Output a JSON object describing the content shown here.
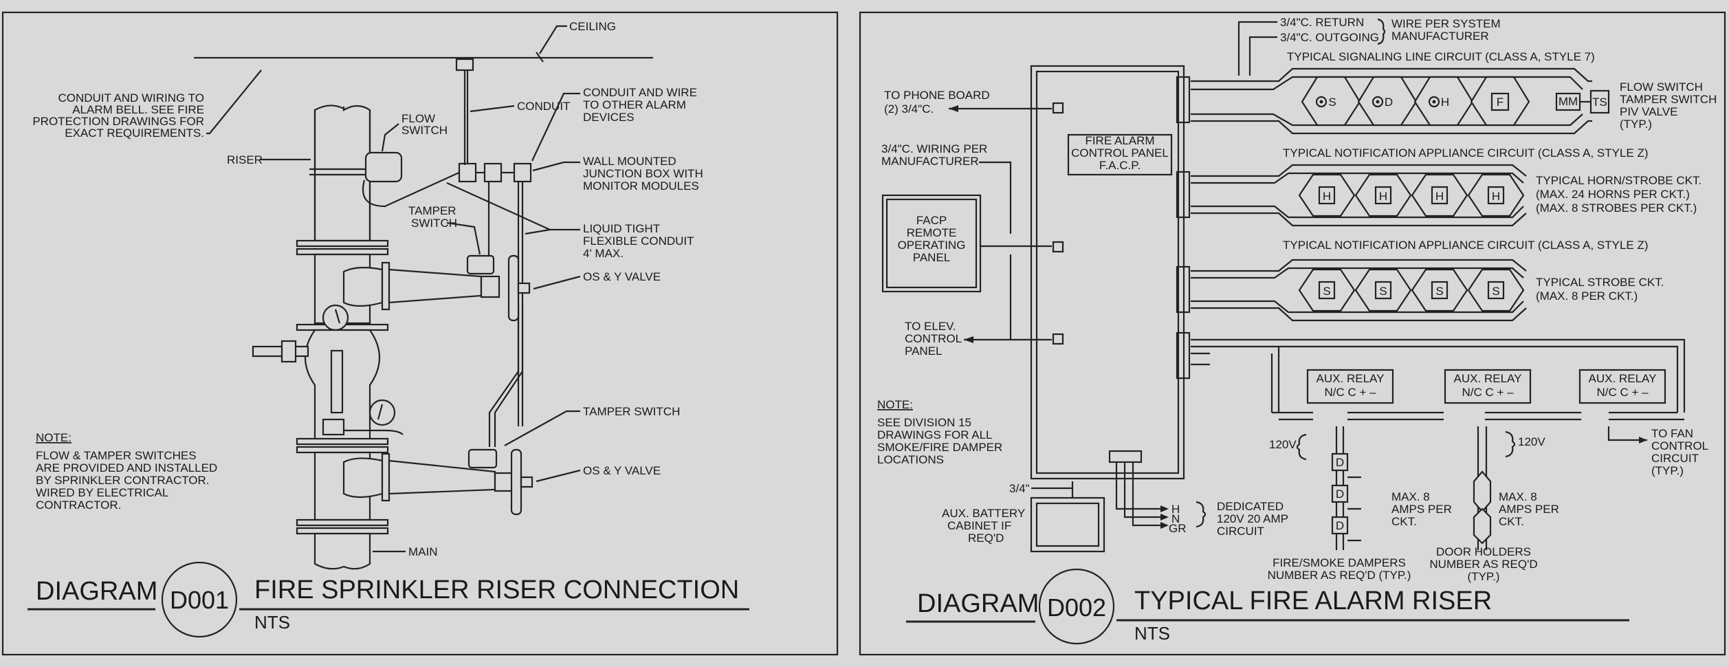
{
  "d001": {
    "ceiling": "CEILING",
    "conduit_bell": [
      "CONDUIT AND WIRING TO",
      "ALARM BELL. SEE FIRE",
      "PROTECTION DRAWINGS FOR",
      "EXACT REQUIREMENTS."
    ],
    "riser": "RISER",
    "flow_switch": [
      "FLOW",
      "SWITCH"
    ],
    "conduit": "CONDUIT",
    "conduit_other": [
      "CONDUIT AND WIRE",
      "TO OTHER ALARM",
      "DEVICES"
    ],
    "junction_box": [
      "WALL MOUNTED",
      "JUNCTION BOX WITH",
      "MONITOR MODULES"
    ],
    "tamper_switch_top": [
      "TAMPER",
      "SWITCH"
    ],
    "liquid_tight": [
      "LIQUID TIGHT",
      "FLEXIBLE CONDUIT",
      "4' MAX."
    ],
    "os_y_valve_top": "OS & Y VALVE",
    "tamper_switch_bottom": "TAMPER SWITCH",
    "os_y_valve_bottom": "OS & Y VALVE",
    "main": "MAIN",
    "note_title": "NOTE:",
    "note_lines": [
      "FLOW & TAMPER SWITCHES",
      "ARE PROVIDED AND INSTALLED",
      "BY SPRINKLER CONTRACTOR.",
      "WIRED BY ELECTRICAL",
      "CONTRACTOR."
    ],
    "title_word": "DIAGRAM",
    "title_code": "D001",
    "title_text": "FIRE SPRINKLER RISER CONNECTION",
    "scale": "NTS"
  },
  "d002": {
    "return": "3/4\"C. RETURN",
    "outgoing": "3/4\"C. OUTGOING",
    "wire_per": [
      "WIRE PER SYSTEM",
      "MANUFACTURER"
    ],
    "slc_title": "TYPICAL SIGNALING LINE CIRCUIT (CLASS A, STYLE 7)",
    "slc_devices": [
      "S",
      "D",
      "H",
      "F",
      "MM"
    ],
    "ts_label": "TS",
    "flow_tamper": [
      "FLOW SWITCH",
      "TAMPER SWITCH",
      "PIV VALVE",
      "(TYP.)"
    ],
    "phone_board": [
      "TO PHONE BOARD",
      "(2) 3/4\"C."
    ],
    "wiring_per_mfr": [
      "3/4\"C. WIRING PER",
      "MANUFACTURER"
    ],
    "facp": [
      "FIRE ALARM",
      "CONTROL PANEL",
      "F.A.C.P."
    ],
    "nac1_title": "TYPICAL NOTIFICATION APPLIANCE CIRCUIT (CLASS A, STYLE Z)",
    "nac1_devices": [
      "H",
      "H",
      "H",
      "H"
    ],
    "horn_strobe": [
      "TYPICAL HORN/STROBE CKT.",
      "(MAX. 24 HORNS PER CKT.)",
      "(MAX. 8 STROBES PER CKT.)"
    ],
    "remote_panel": [
      "FACP",
      "REMOTE",
      "OPERATING",
      "PANEL"
    ],
    "nac2_title": "TYPICAL NOTIFICATION APPLIANCE CIRCUIT (CLASS A, STYLE Z)",
    "nac2_devices": [
      "S",
      "S",
      "S",
      "S"
    ],
    "strobe_ckt": [
      "TYPICAL STROBE CKT.",
      "(MAX. 8 PER CKT.)"
    ],
    "elev_panel": [
      "TO ELEV.",
      "CONTROL",
      "PANEL"
    ],
    "aux_relay": "AUX. RELAY",
    "relay_terms": "N/C  C  +  –",
    "v120_left": "120V",
    "v120_right": "120V",
    "fan_circuit": [
      "TO FAN",
      "CONTROL",
      "CIRCUIT",
      "(TYP.)"
    ],
    "note_title": "NOTE:",
    "note_lines": [
      "SEE DIVISION 15",
      "DRAWINGS FOR ALL",
      "SMOKE/FIRE DAMPER",
      "LOCATIONS"
    ],
    "max_amps_left": [
      "MAX. 8",
      "AMPS PER",
      "CKT."
    ],
    "max_amps_right": [
      "MAX. 8",
      "AMPS PER",
      "CKT."
    ],
    "damper_letter": "D",
    "three_quarter": "3/4\"",
    "battery": [
      "AUX. BATTERY",
      "CABINET IF",
      "REQ'D"
    ],
    "hng": [
      "H",
      "N",
      "GR"
    ],
    "dedicated": [
      "DEDICATED",
      "120V 20 AMP",
      "CIRCUIT"
    ],
    "dampers_caption": [
      "FIRE/SMOKE DAMPERS",
      "NUMBER AS REQ'D (TYP.)"
    ],
    "door_holders": [
      "DOOR HOLDERS",
      "NUMBER AS REQ'D",
      "(TYP.)"
    ],
    "title_word": "DIAGRAM",
    "title_code": "D002",
    "title_text": "TYPICAL FIRE ALARM RISER",
    "scale": "NTS"
  }
}
